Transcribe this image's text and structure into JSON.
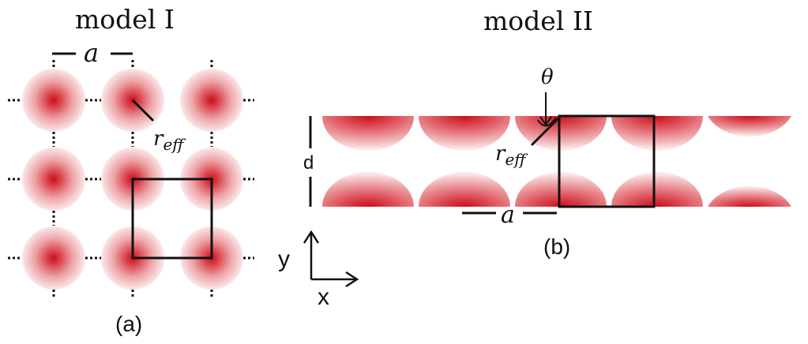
{
  "model_one": {
    "title": "model I",
    "spacing_label": "a",
    "radius_label_base": "r",
    "radius_label_sub": "eff",
    "panel_label": "(a)"
  },
  "model_two": {
    "title": "model II",
    "angle_label": "θ",
    "thickness_label": "d",
    "spacing_label": "a",
    "radius_label_base": "r",
    "radius_label_sub": "eff",
    "panel_label": "(b)"
  },
  "axes": {
    "y_label": "y",
    "x_label": "x"
  },
  "colors": {
    "particle_core": "#d4141f",
    "particle_edge": "#ffffff",
    "line": "#111111"
  }
}
